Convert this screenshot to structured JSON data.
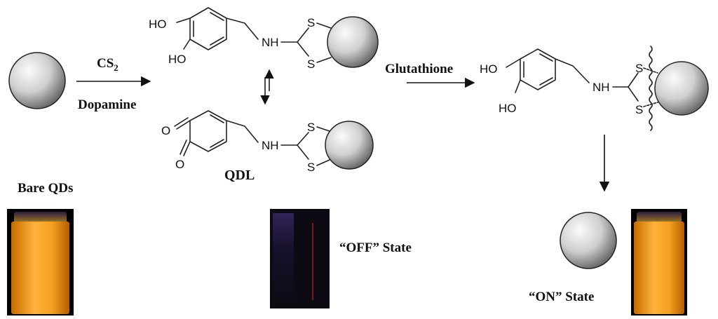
{
  "reagents": {
    "cs2": "CS",
    "cs2_sub": "2",
    "dopamine": "Dopamine",
    "glutathione": "Glutathione"
  },
  "labels": {
    "qdl": "QDL",
    "bare_qds": "Bare QDs",
    "off_state": "“OFF” State",
    "on_state": "“ON” State"
  },
  "atoms": {
    "ho": "HO",
    "nh": "NH",
    "s": "S",
    "o": "O"
  },
  "colors": {
    "qd_glow": "#f29a14",
    "dark_vial": "#0d0a14",
    "sphere_light": "#f4f4f4",
    "sphere_dark": "#7a7a7a"
  }
}
